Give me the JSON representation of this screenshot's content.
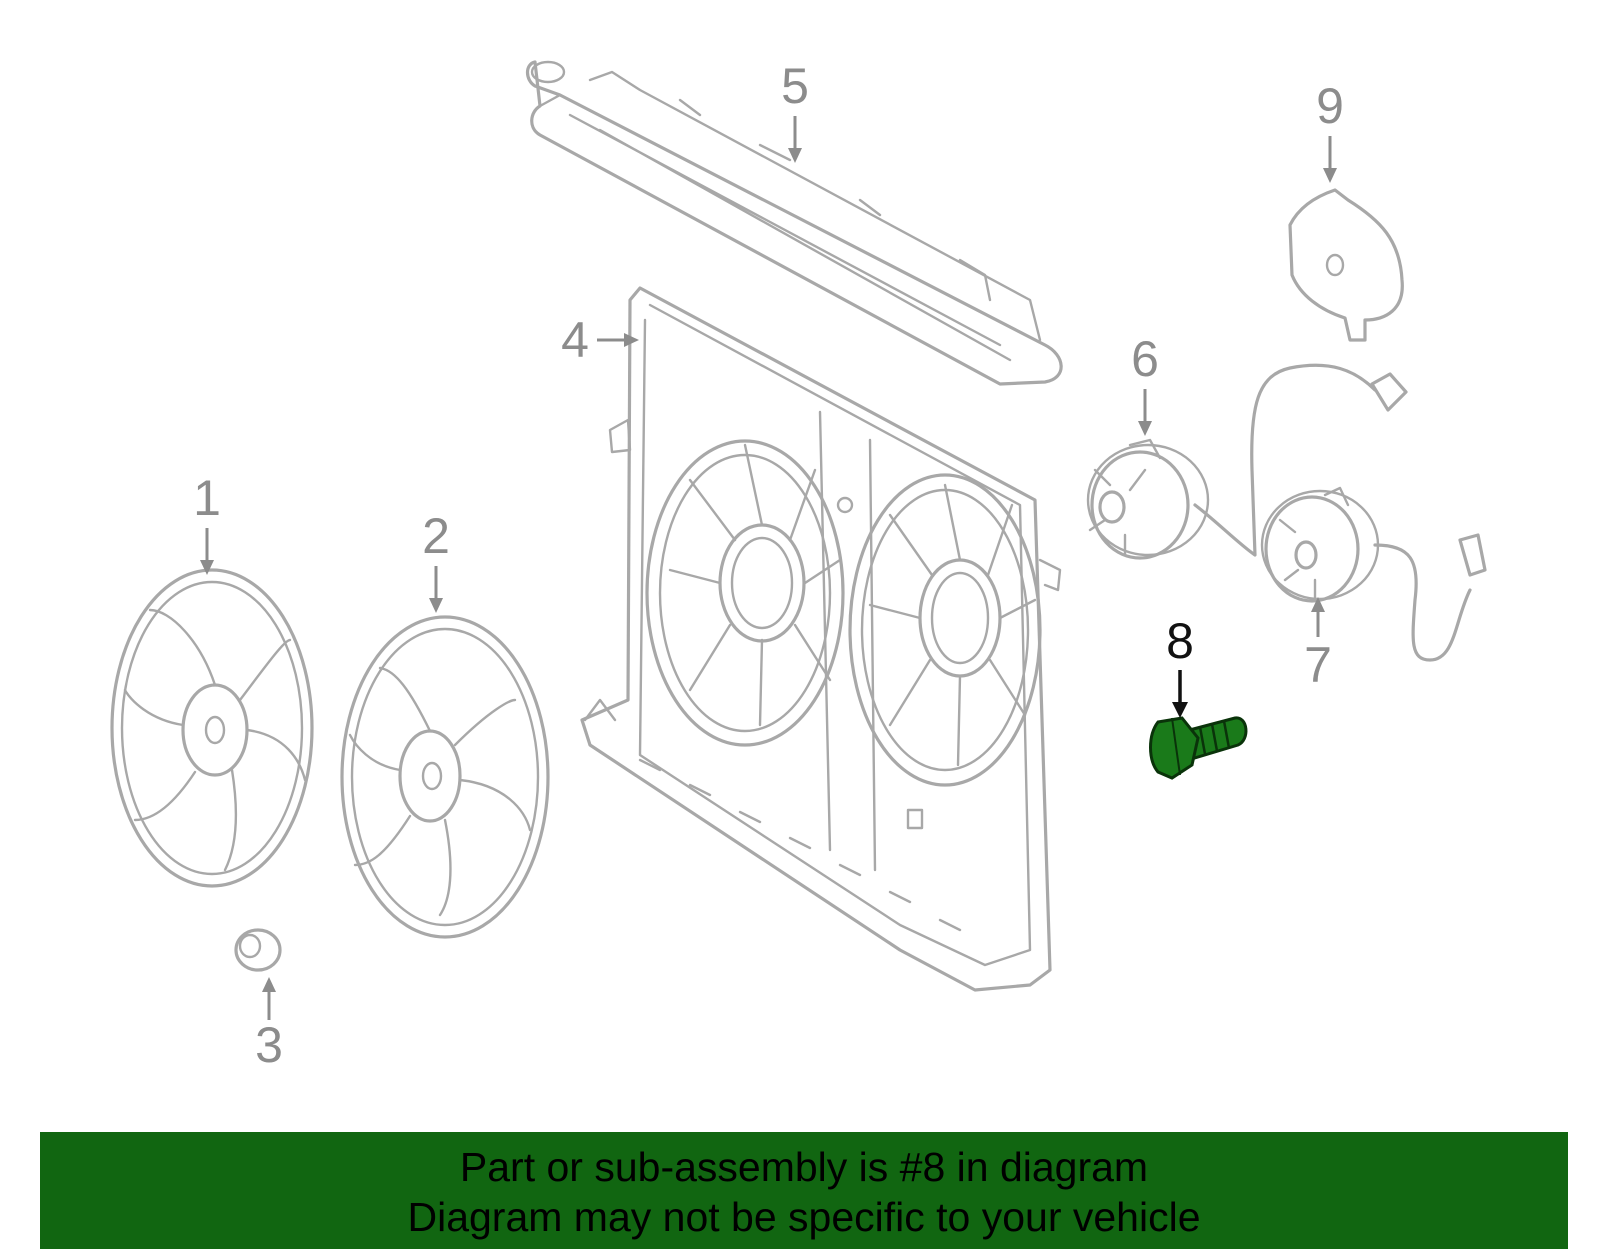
{
  "diagram": {
    "callouts": [
      {
        "id": "1",
        "label": "1"
      },
      {
        "id": "2",
        "label": "2"
      },
      {
        "id": "3",
        "label": "3"
      },
      {
        "id": "4",
        "label": "4"
      },
      {
        "id": "5",
        "label": "5"
      },
      {
        "id": "6",
        "label": "6"
      },
      {
        "id": "7",
        "label": "7"
      },
      {
        "id": "8",
        "label": "8"
      },
      {
        "id": "9",
        "label": "9"
      }
    ],
    "highlighted_part": "8",
    "colors": {
      "part_outline": "#a8a8a8",
      "callout_text": "#8c8c8c",
      "highlight_part": "#1a7a1a",
      "banner_background": "#116611",
      "banner_text": "#000000"
    }
  },
  "banner": {
    "line1": "Part or sub-assembly is #8 in diagram",
    "line2": "Diagram may not be specific to your vehicle"
  }
}
